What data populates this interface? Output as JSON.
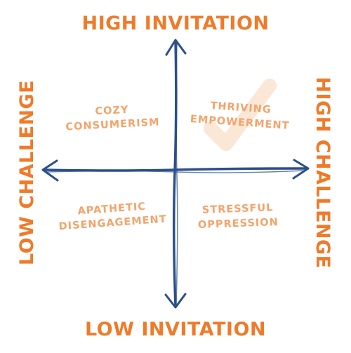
{
  "diagram": {
    "axes": {
      "top": "HIGH INVITATION",
      "bottom": "LOW INVITATION",
      "left": "LOW CHALLENGE",
      "right": "HIGH CHALLENGE"
    },
    "quadrants": {
      "top_left": {
        "line1": "COZY",
        "line2": "CONSUMERISM"
      },
      "top_right": {
        "line1": "THRIVING",
        "line2": "EMPOWERMENT",
        "highlighted": true
      },
      "bottom_left": {
        "line1": "APATHETIC",
        "line2": "DISENGAGEMENT"
      },
      "bottom_right": {
        "line1": "STRESSFUL",
        "line2": "OPPRESSION"
      }
    },
    "colors": {
      "axis_line": "#2a4f8a",
      "axis_label": "#ef7b2a",
      "quadrant_label": "#f4a36a",
      "checkmark": "#fbe4d2"
    },
    "icons": {
      "highlight_mark": "checkmark-icon"
    }
  }
}
